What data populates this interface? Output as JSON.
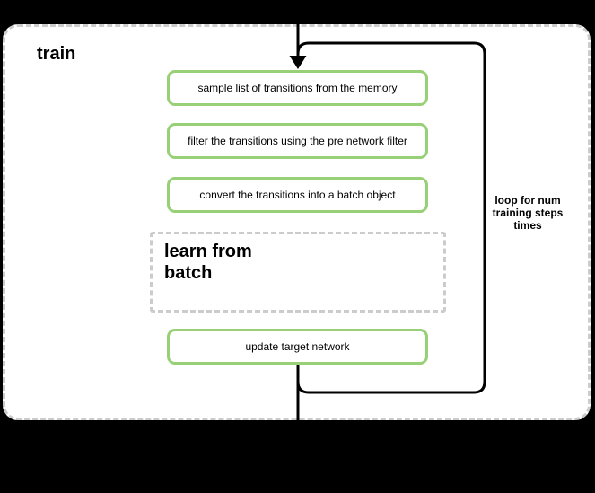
{
  "diagram": {
    "title": "train",
    "steps": [
      "sample list of transitions from the memory",
      "filter the transitions using the pre network filter",
      "convert the transitions into a batch object"
    ],
    "learn_group": {
      "lines": [
        "learn from",
        "batch"
      ]
    },
    "final_step": "update target network",
    "loop_annotation": {
      "lines": [
        "loop for num",
        "training steps",
        "times"
      ]
    },
    "colors": {
      "page_background": "#000000",
      "container_fill": "#ffffff",
      "container_border": "#cccccc",
      "step_border": "#97d077",
      "step_fill": "#ffffff",
      "connector": "#000000",
      "text": "#000000"
    }
  }
}
